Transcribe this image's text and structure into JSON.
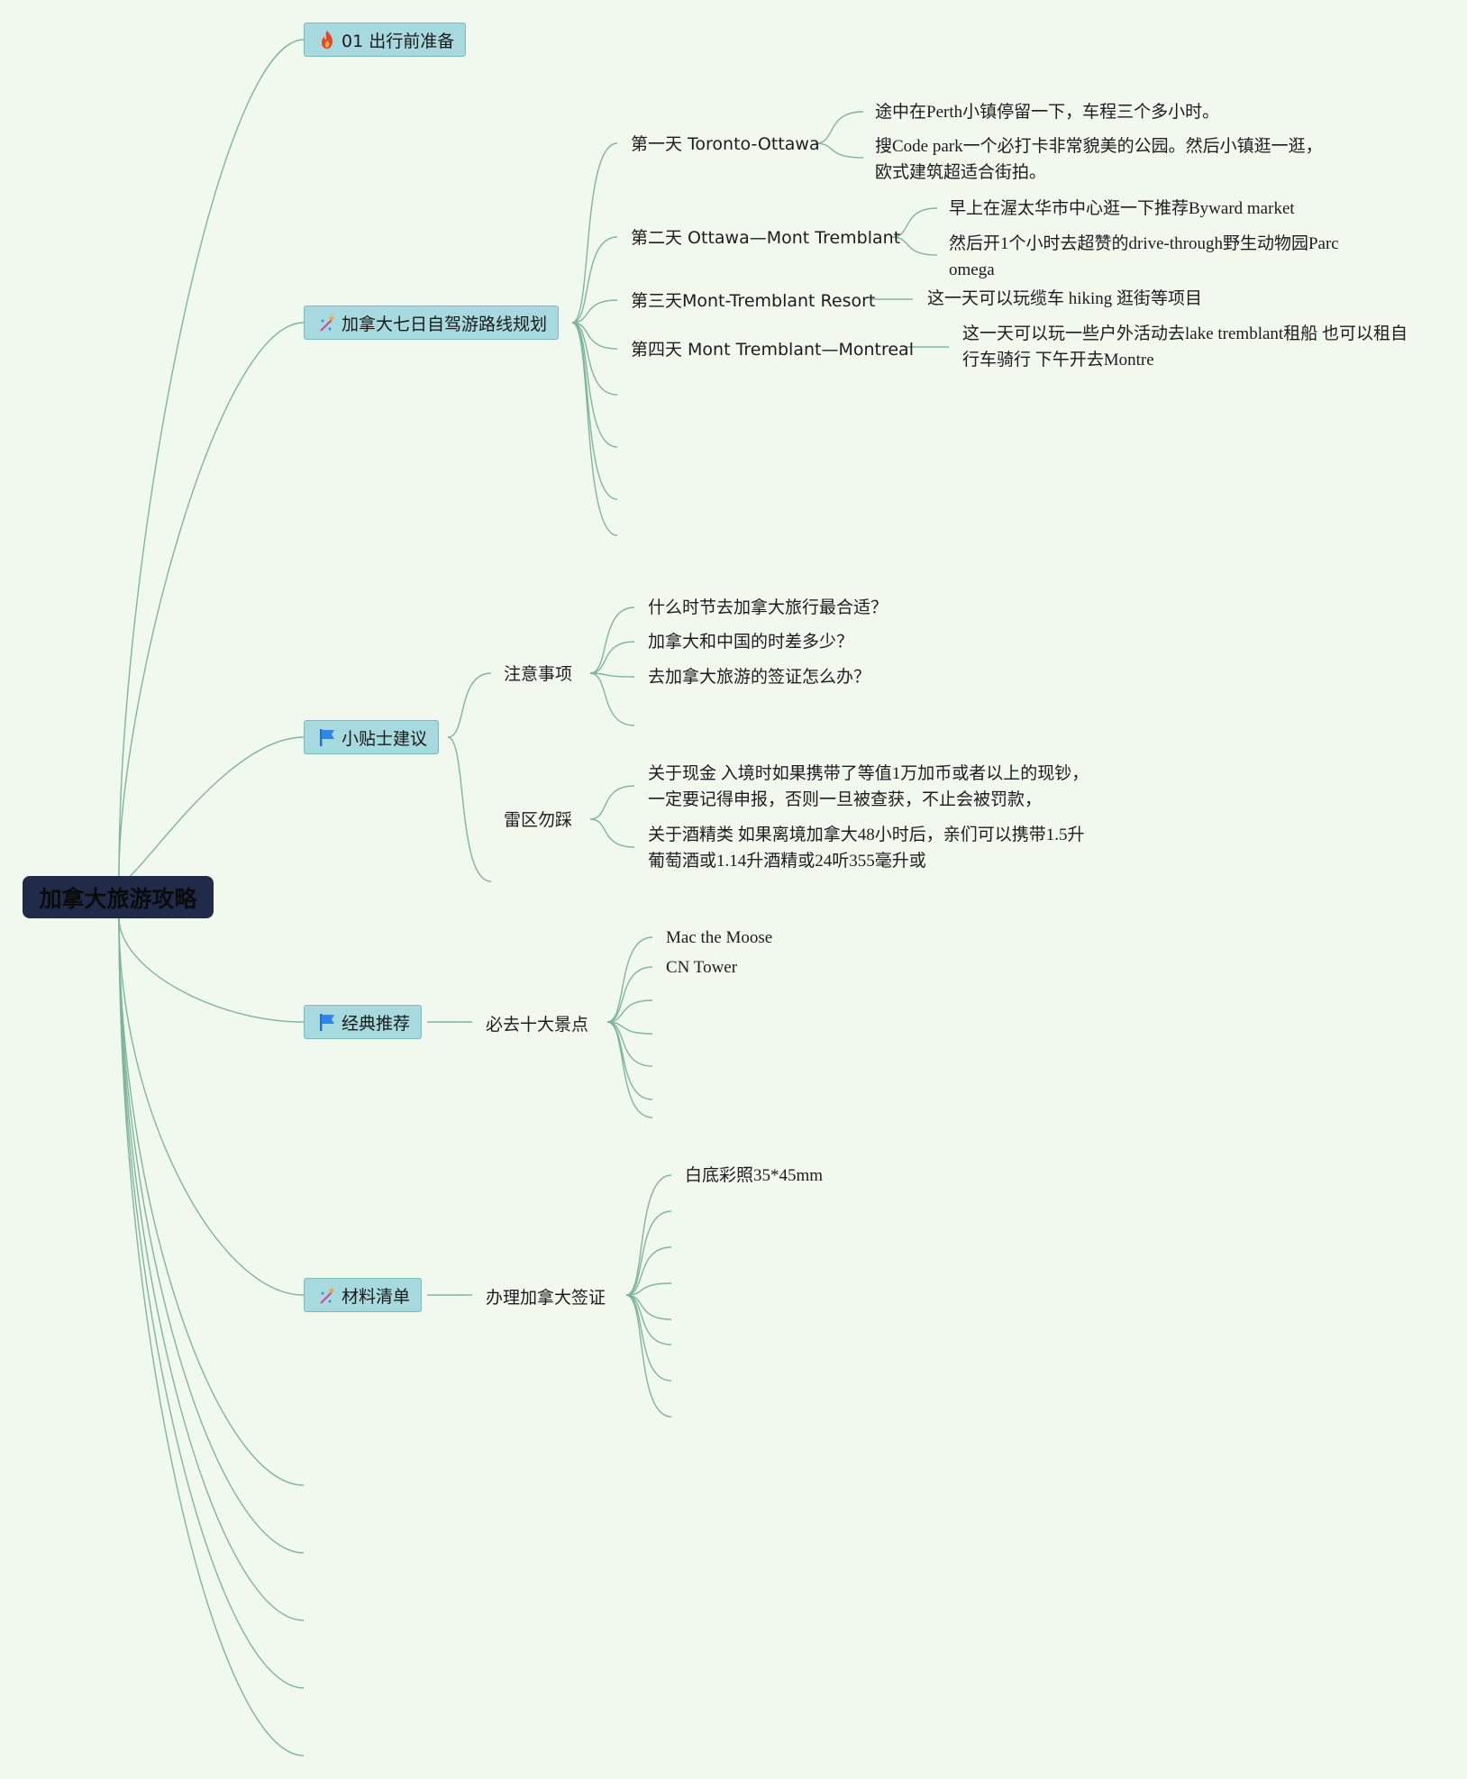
{
  "root": {
    "title": "加拿大旅游攻略"
  },
  "topics": [
    {
      "label": "01 出行前准备",
      "icon": "fire-icon"
    },
    {
      "label": "加拿大七日自驾游路线规划",
      "icon": "sparkle-icon"
    },
    {
      "label": "小贴士建议",
      "icon": "flag-icon"
    },
    {
      "label": "经典推荐",
      "icon": "flag-icon"
    },
    {
      "label": "材料清单",
      "icon": "sparkle-icon"
    }
  ],
  "route_days": [
    {
      "label": "第一天 Toronto-Ottawa",
      "notes": [
        "途中在Perth小镇停留一下，车程三个多小时。",
        "搜Code park一个必打卡非常貌美的公园。然后小镇逛一逛，欧式建筑超适合街拍。"
      ]
    },
    {
      "label": "第二天 Ottawa—Mont Tremblant",
      "notes": [
        "早上在渥太华市中心逛一下推荐Byward market",
        "然后开1个小时去超赞的drive-through野生动物园Parc omega"
      ]
    },
    {
      "label": "第三天Mont-Tremblant Resort",
      "notes": [
        "这一天可以玩缆车 hiking 逛街等项目"
      ]
    },
    {
      "label": "第四天 Mont Tremblant—Montreal",
      "notes": [
        "这一天可以玩一些户外活动去lake tremblant租船 也可以租自行车骑行 下午开去Montre"
      ]
    }
  ],
  "tips": [
    {
      "label": "注意事项",
      "items": [
        "什么时节去加拿大旅行最合适？",
        "加拿大和中国的时差多少？",
        "去加拿大旅游的签证怎么办？"
      ]
    },
    {
      "label": "雷区勿踩",
      "items": [
        "关于现金 入境时如果携带了等值1万加币或者以上的现钞，一定要记得申报，否则一旦被查获，不止会被罚款，",
        "关于酒精类 如果离境加拿大48小时后，亲们可以携带1.5升葡萄酒或1.14升酒精或24听355毫升或"
      ]
    }
  ],
  "recommend": {
    "label": "必去十大景点",
    "items": [
      "Mac the Moose",
      "CN Tower"
    ]
  },
  "materials": {
    "label": "办理加拿大签证",
    "items": [
      "白底彩照35*45mm"
    ]
  }
}
